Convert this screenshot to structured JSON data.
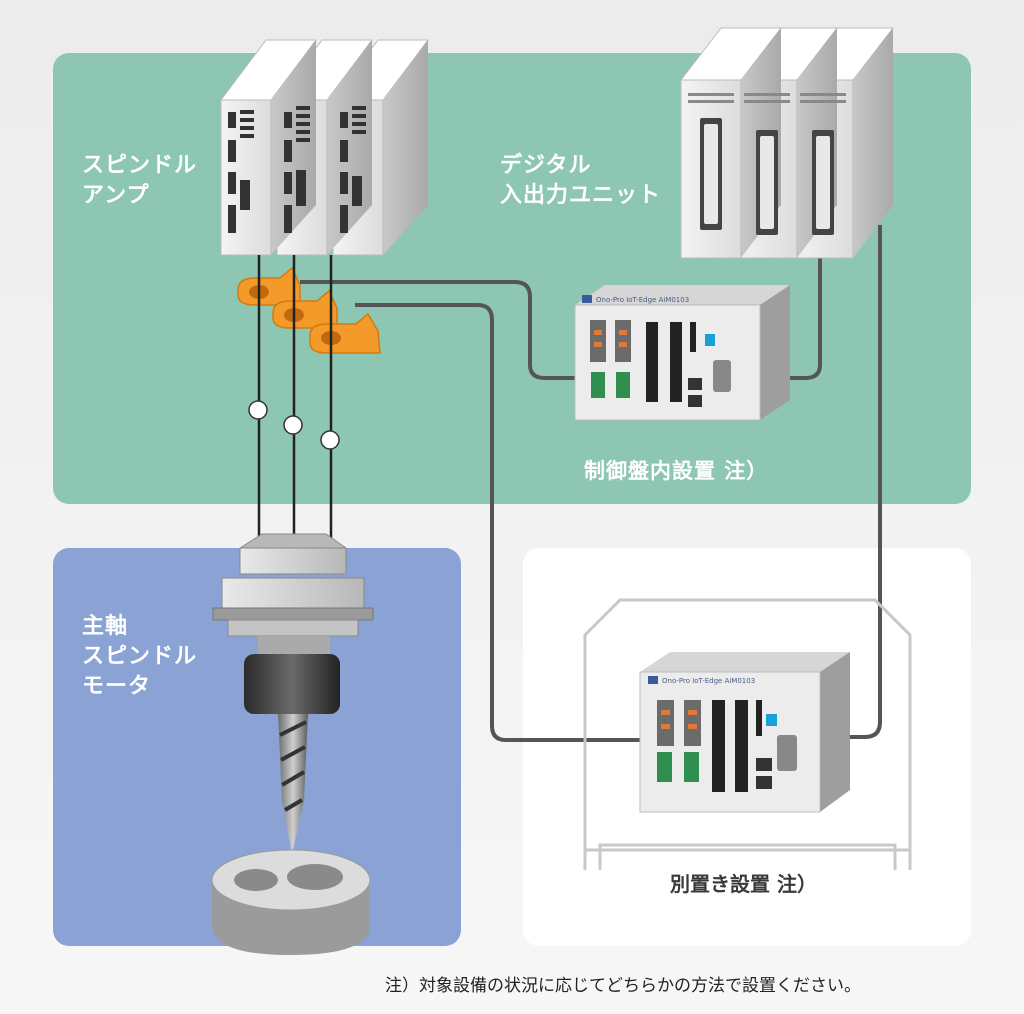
{
  "labels": {
    "spindle_amp": "スピンドル\nアンプ",
    "digital_io": "デジタル\n入出力ユニット",
    "in_panel": "制御盤内設置 注）",
    "main_spindle_motor": "主軸\nスピンドル\nモータ",
    "separate": "別置き設置 注）"
  },
  "note": "注）対象設備の状況に応じてどちらかの方法で設置ください。",
  "device_title": "Ono-Pro IoT-Edge AiM0103",
  "colors": {
    "cabinet_bg": "#8dc7b3",
    "motor_bg": "#8aa3d4",
    "separate_bg": "#ffffff",
    "sensor": "#f39a2b",
    "cable": "#555555"
  }
}
